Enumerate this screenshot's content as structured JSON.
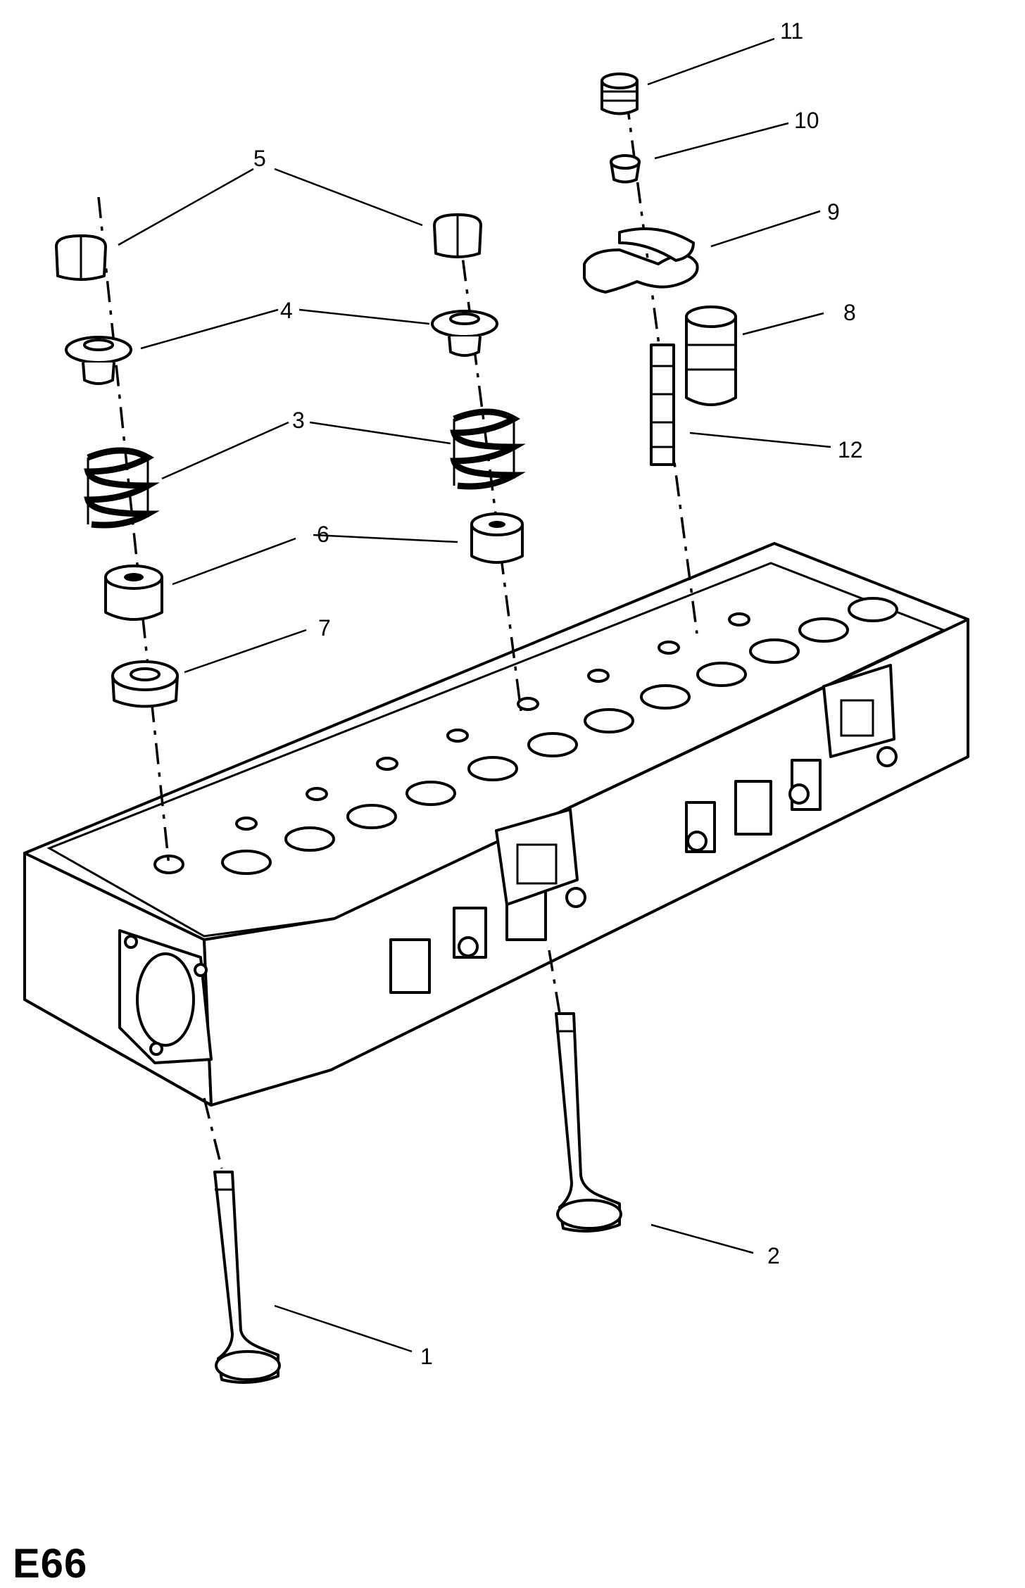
{
  "page_code": "E66",
  "callouts": [
    {
      "id": "1",
      "label": "1"
    },
    {
      "id": "2",
      "label": "2"
    },
    {
      "id": "3",
      "label": "3"
    },
    {
      "id": "4",
      "label": "4"
    },
    {
      "id": "5",
      "label": "5"
    },
    {
      "id": "6",
      "label": "6"
    },
    {
      "id": "7",
      "label": "7"
    },
    {
      "id": "8",
      "label": "8"
    },
    {
      "id": "9",
      "label": "9"
    },
    {
      "id": "10",
      "label": "10"
    },
    {
      "id": "11",
      "label": "11"
    },
    {
      "id": "12",
      "label": "12"
    }
  ]
}
